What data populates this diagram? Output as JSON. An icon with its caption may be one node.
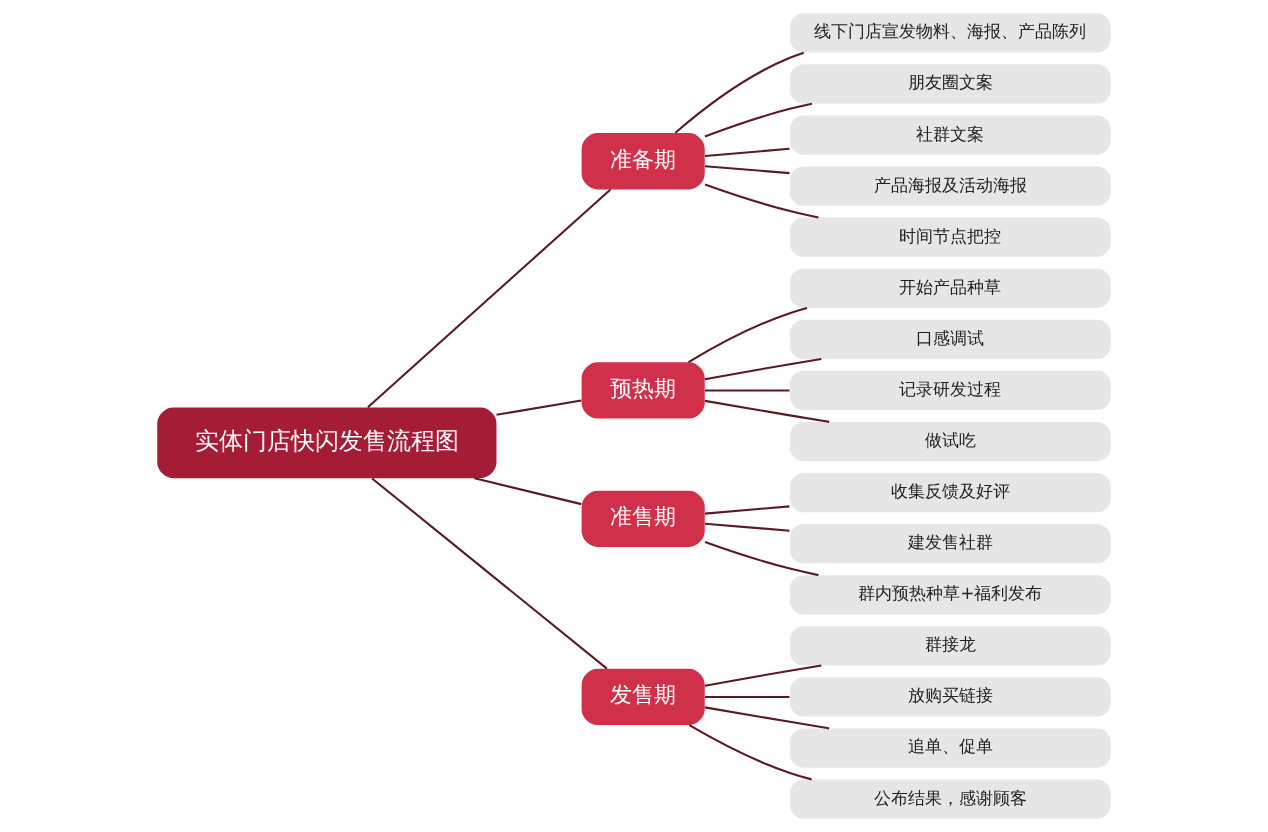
{
  "diagram": {
    "nodes": [
      {
        "text": [
          "实体门店快闪发售流程图"
        ]
      },
      {
        "text": [
          "准备期"
        ]
      },
      {
        "text": [
          "线下门店宣发物料、海报、产品陈列"
        ]
      },
      {
        "text": [
          "朋友圈文案"
        ]
      },
      {
        "text": [
          "社群文案"
        ]
      },
      {
        "text": [
          "产品海报及活动海报"
        ]
      },
      {
        "text": [
          "时间节点把控"
        ]
      },
      {
        "text": [
          "预热期"
        ]
      },
      {
        "text": [
          "开始产品种草"
        ]
      },
      {
        "text": [
          "口感调试"
        ]
      },
      {
        "text": [
          "记录研发过程"
        ]
      },
      {
        "text": [
          "做试吃"
        ]
      },
      {
        "text": [
          "准售期"
        ]
      },
      {
        "text": [
          "收集反馈及好评"
        ]
      },
      {
        "text": [
          "建发售社群"
        ]
      },
      {
        "text": [
          "群内预热种草+福利发布"
        ]
      },
      {
        "text": [
          "发售期"
        ]
      },
      {
        "text": [
          "群接龙"
        ]
      },
      {
        "text": [
          "放购买链接"
        ]
      },
      {
        "text": [
          "追单、促单"
        ]
      },
      {
        "text": [
          "公布结果，感谢顾客"
        ]
      }
    ],
    "edges": [
      {
        "from": 0,
        "to": 1,
        "arrow": "none"
      },
      {
        "from": 1,
        "to": 2,
        "arrow": "none"
      },
      {
        "from": 1,
        "to": 3,
        "arrow": "none"
      },
      {
        "from": 1,
        "to": 4,
        "arrow": "none"
      },
      {
        "from": 1,
        "to": 5,
        "arrow": "none"
      },
      {
        "from": 1,
        "to": 6,
        "arrow": "none"
      },
      {
        "from": 0,
        "to": 7,
        "arrow": "none"
      },
      {
        "from": 7,
        "to": 8,
        "arrow": "none"
      },
      {
        "from": 7,
        "to": 9,
        "arrow": "none"
      },
      {
        "from": 7,
        "to": 10,
        "arrow": "none"
      },
      {
        "from": 7,
        "to": 11,
        "arrow": "none"
      },
      {
        "from": 0,
        "to": 12,
        "arrow": "none"
      },
      {
        "from": 12,
        "to": 13,
        "arrow": "none"
      },
      {
        "from": 12,
        "to": 14,
        "arrow": "none"
      },
      {
        "from": 12,
        "to": 15,
        "arrow": "none"
      },
      {
        "from": 0,
        "to": 16,
        "arrow": "none"
      },
      {
        "from": 16,
        "to": 17,
        "arrow": "none"
      },
      {
        "from": 16,
        "to": 18,
        "arrow": "none"
      },
      {
        "from": 16,
        "to": 19,
        "arrow": "none"
      },
      {
        "from": 16,
        "to": 20,
        "arrow": "none"
      }
    ]
  }
}
